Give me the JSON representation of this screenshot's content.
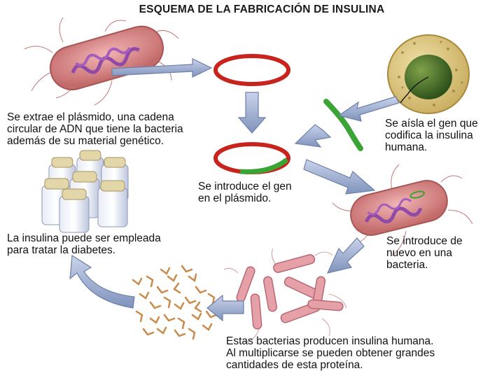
{
  "title": "ESQUEMA DE LA FABRICACIÓN DE INSULINA",
  "steps": {
    "extract": "Se extrae el plásmido, una cadena\ncircular de ADN que tiene la bacteria\nademás de su material genético.",
    "isolate": "Se aísla el gen que\ncodifica la insulina\nhumana.",
    "insert": "Se introduce el gen\nen el plásmido.",
    "reintroduce": "Se introduce de\nnuevo en una\nbacteria.",
    "produce": "Estas bacterias producen insulina humana.\nAl multiplicarse se pueden obtener grandes\ncantidades de esta proteína.",
    "use": "La insulina puede ser empleada\npara tratar la diabetes."
  },
  "colors": {
    "plasmid": "#c8241e",
    "gene": "#3aa535",
    "arrow": "#8ea2c8",
    "bacterium": "#d98a8a",
    "dna": "#8f4aa8",
    "cell": "#d8c070",
    "nucleus": "#3f6b24",
    "insulin": "#c98a4a",
    "vial_cap": "#d9cca0"
  }
}
